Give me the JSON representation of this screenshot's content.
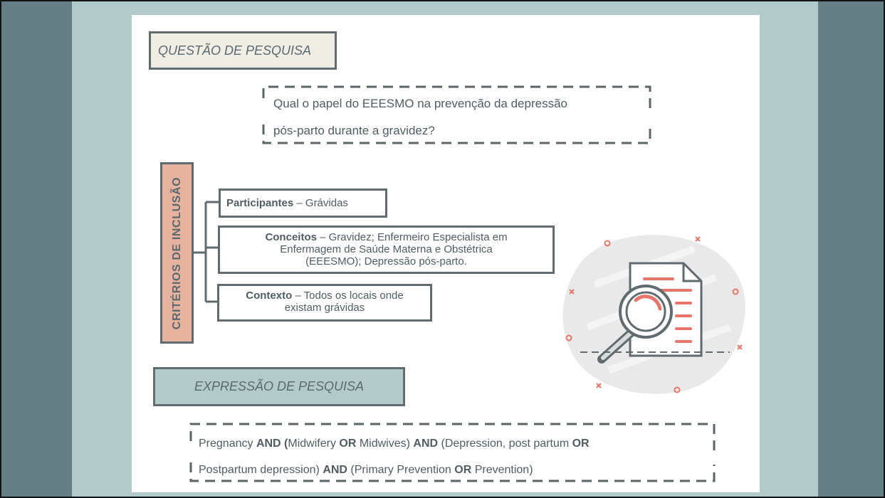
{
  "question": {
    "title": "QUESTÃO DE PESQUISA",
    "text_line1": "Qual o papel do EEESMO na prevenção da depressão",
    "text_line2": "pós-parto durante a gravidez?"
  },
  "criteria": {
    "title": "CRITÉRIOS DE INCLUSÃO",
    "participants": {
      "label": "Participantes",
      "text": " – Grávidas"
    },
    "concepts": {
      "label": "Conceitos",
      "text_line1": " – Gravidez; Enfermeiro Especialista em",
      "text_line2": "Enfermagem de Saúde Materna e Obstétrica",
      "text_line3": "(EEESMO); Depressão pós-parto."
    },
    "context": {
      "label": "Contexto",
      "text_line1": " – Todos os locais onde",
      "text_line2": "existam grávidas"
    }
  },
  "expression": {
    "title": "EXPRESSÃO DE PESQUISA",
    "line1": [
      {
        "t": "Pregnancy ",
        "b": false
      },
      {
        "t": "AND (",
        "b": true
      },
      {
        "t": "Midwifery ",
        "b": false
      },
      {
        "t": "OR",
        "b": true
      },
      {
        "t": " Midwives) ",
        "b": false
      },
      {
        "t": "AND",
        "b": true
      },
      {
        "t": " (Depression, post partum ",
        "b": false
      },
      {
        "t": "OR",
        "b": true
      }
    ],
    "line2": [
      {
        "t": "Postpartum depression) ",
        "b": false
      },
      {
        "t": "AND",
        "b": true
      },
      {
        "t": " (Primary Prevention ",
        "b": false
      },
      {
        "t": "OR",
        "b": true
      },
      {
        "t": " Prevention)",
        "b": false
      }
    ]
  },
  "colors": {
    "background": "#b3cacb",
    "side_bands": "#657d84",
    "question_fill": "#efede4",
    "criteria_fill": "#e7b29e",
    "accent_red": "#e8756a",
    "outline": "#5f6b6e"
  },
  "illustration": {
    "icon": "document-search-icon"
  }
}
